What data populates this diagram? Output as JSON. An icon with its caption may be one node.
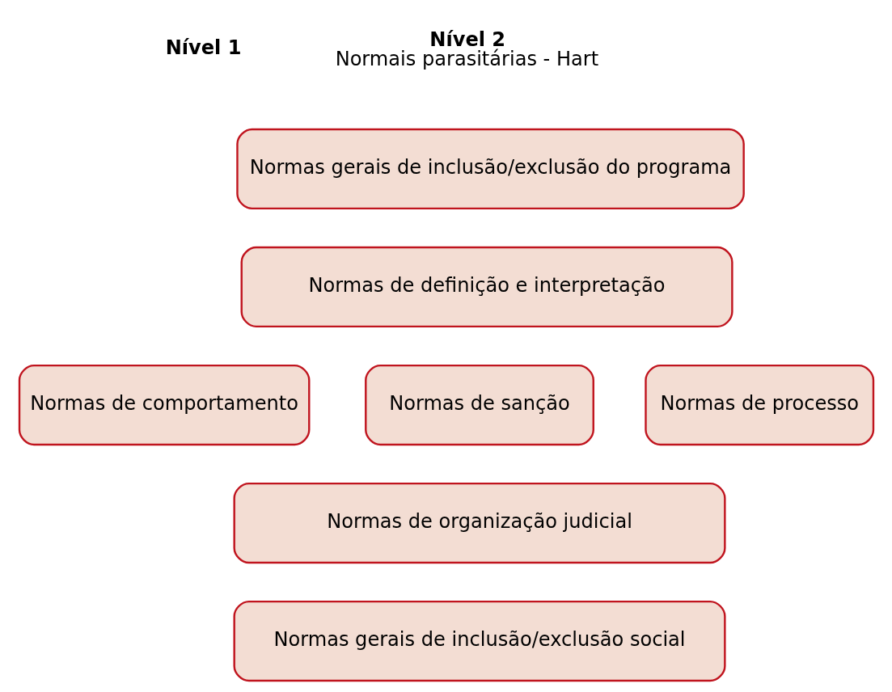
{
  "diagram": {
    "nodes": [
      {
        "text": [
          "Normas de comportamento"
        ]
      },
      {
        "text": [
          "Normas gerais de inclusão/exclusão do programa"
        ]
      },
      {
        "text": [
          "Normas de definição e interpretação"
        ]
      },
      {
        "text": [
          "Normas de sanção"
        ]
      },
      {
        "text": [
          "Normas de processo"
        ]
      },
      {
        "text": [
          "Normas de organização judicial"
        ]
      },
      {
        "text": [
          "Normas gerais de inclusão/exclusão social"
        ]
      }
    ],
    "edges": [],
    "labels": [
      "Nível 1",
      "Nível 2",
      "Normais parasitárias - Hart"
    ]
  }
}
